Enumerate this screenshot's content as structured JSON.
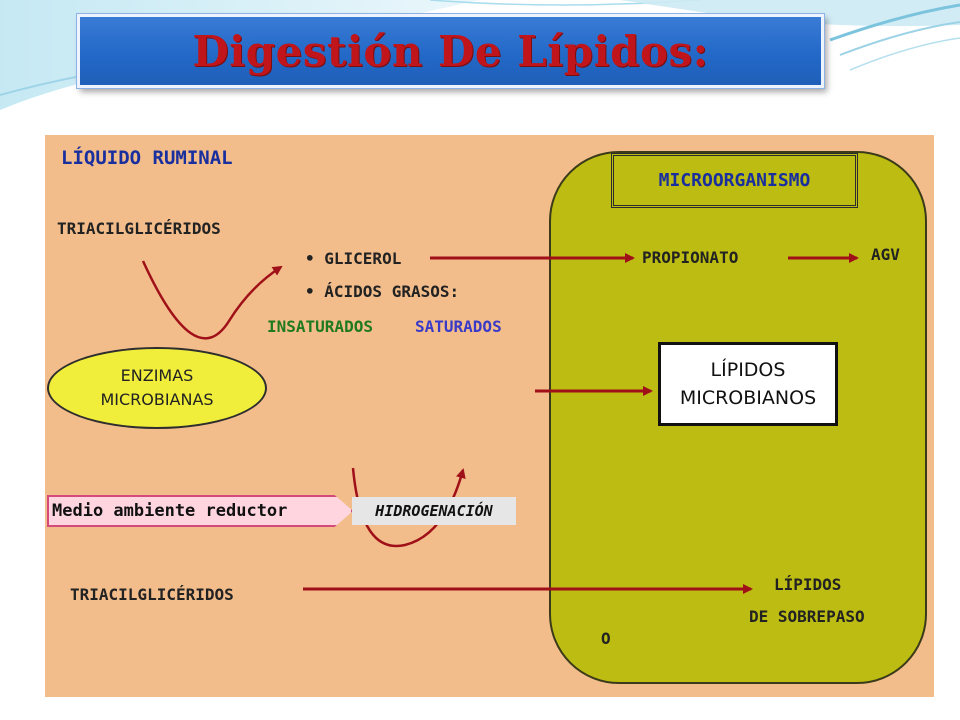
{
  "title": "Digestión De Lípidos:",
  "diagram": {
    "liquido_ruminal": "LÍQUIDO RUMINAL",
    "microorganismo": "MICROORGANISMO",
    "triacilgliceridos_top": "TRIACILGLICÉRIDOS",
    "glicerol": "• GLICEROL",
    "acidos_grasos": "• ÁCIDOS GRASOS:",
    "insaturados": "INSATURADOS",
    "saturados": "SATURADOS",
    "propionato": "PROPIONATO",
    "agv": "AGV",
    "enzimas_line1": "ENZIMAS",
    "enzimas_line2": "MICROBIANAS",
    "lipidos_micro_line1": "LÍPIDOS",
    "lipidos_micro_line2": "MICROBIANOS",
    "medio": "Medio ambiente reductor",
    "hidrogenacion": "HIDROGENACIÓN",
    "triacilgliceridos_bottom": "TRIACILGLICÉRIDOS",
    "lipidos_sobrepaso_line1": "LÍPIDOS",
    "lipidos_sobrepaso_line2": "DE SOBREPASO",
    "corner_mark": "O"
  },
  "colors": {
    "title_text": "#c0151b",
    "title_box": "#2369c8",
    "panel_bg": "#f2bd8b",
    "microorganism_fill": "#bcbc12",
    "arrow": "#a01018",
    "heading_blue": "#1a2f9e",
    "insaturados": "#1f7a1f",
    "saturados": "#3a3ac8"
  }
}
